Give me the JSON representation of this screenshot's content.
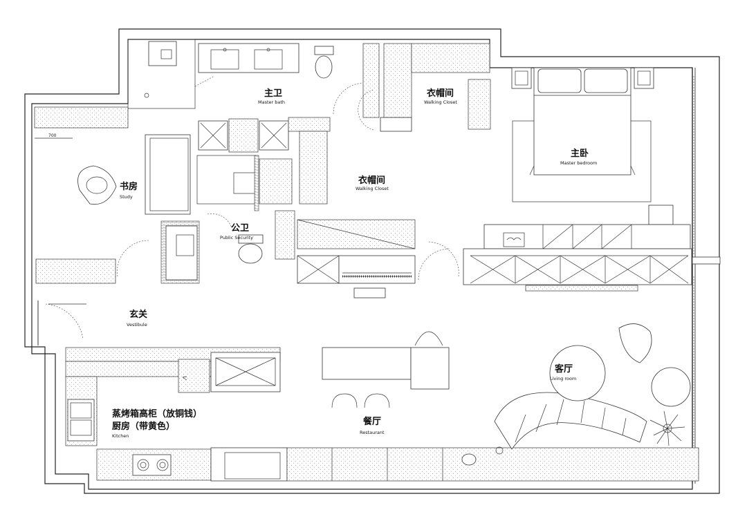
{
  "rooms": {
    "master_bath": {
      "cn": "主卫",
      "en": "Master bath"
    },
    "walk_closet_1": {
      "cn": "衣帽间",
      "en": "Walking Closet"
    },
    "walk_closet_2": {
      "cn": "衣帽间",
      "en": "Walking Closet"
    },
    "master_bedroom": {
      "cn": "主卧",
      "en": "Master bedroom"
    },
    "study": {
      "cn": "书房",
      "en": "Study"
    },
    "public_bath": {
      "cn": "公卫",
      "en": "Public Security"
    },
    "vestibule": {
      "cn": "玄关",
      "en": "Vestibule"
    },
    "kitchen": {
      "cn1": "蒸烤箱高柜（放铜钱）",
      "cn2": "厨房（带黄色）",
      "en": "Kitchen"
    },
    "restaurant": {
      "cn": "餐厅",
      "en": "Restaurant"
    },
    "living_room": {
      "cn": "客厅",
      "en": "Living room"
    }
  },
  "dimensions": {
    "study_width": "700"
  }
}
